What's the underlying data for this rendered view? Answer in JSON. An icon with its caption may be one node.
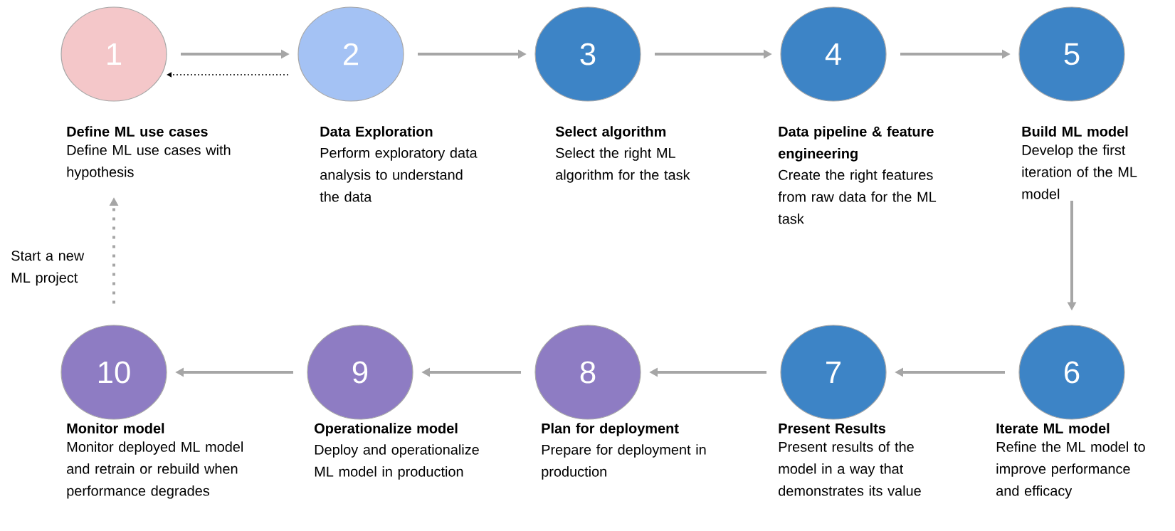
{
  "diagram": {
    "nodes": [
      {
        "text": [
          "1",
          "Define ML use cases",
          "Define ML use cases with hypothesis"
        ]
      },
      {
        "text": [
          "2",
          "Data Exploration",
          "Perform exploratory data analysis to understand the data"
        ]
      },
      {
        "text": [
          "3",
          "Select algorithm",
          "Select the right ML algorithm for the task"
        ]
      },
      {
        "text": [
          "4",
          "Data pipeline & feature engineering",
          "Create the right features from raw data for the ML task"
        ]
      },
      {
        "text": [
          "5",
          "Build ML model",
          "Develop the first iteration of the ML model"
        ]
      },
      {
        "text": [
          "6",
          "Iterate ML model",
          "Refine the ML model to improve performance and efficacy"
        ]
      },
      {
        "text": [
          "7",
          "Present Results",
          "Present results of the model in a way that demonstrates its value"
        ]
      },
      {
        "text": [
          "8",
          "Plan for deployment",
          "Prepare for deployment in production"
        ]
      },
      {
        "text": [
          "9",
          "Operationalize model",
          "Deploy and operationalize ML model in production"
        ]
      },
      {
        "text": [
          "10",
          "Monitor model",
          "Monitor deployed ML model and retrain or rebuild when performance degrades"
        ]
      }
    ],
    "edges": [
      {
        "from": 0,
        "to": 1,
        "arrow": "to"
      },
      {
        "from": 1,
        "to": 0,
        "arrow": "to",
        "style": "dashed",
        "color": "#000000"
      },
      {
        "from": 1,
        "to": 2,
        "arrow": "to"
      },
      {
        "from": 2,
        "to": 3,
        "arrow": "to"
      },
      {
        "from": 3,
        "to": 4,
        "arrow": "to"
      },
      {
        "from": 4,
        "to": 5,
        "arrow": "to"
      },
      {
        "from": 5,
        "to": 6,
        "arrow": "to"
      },
      {
        "from": 6,
        "to": 7,
        "arrow": "to"
      },
      {
        "from": 7,
        "to": 8,
        "arrow": "to"
      },
      {
        "from": 8,
        "to": 9,
        "arrow": "to"
      },
      {
        "from": 9,
        "to": 0,
        "arrow": "to",
        "style": "dashed"
      }
    ],
    "labels": [
      "Start a new ML project"
    ]
  }
}
